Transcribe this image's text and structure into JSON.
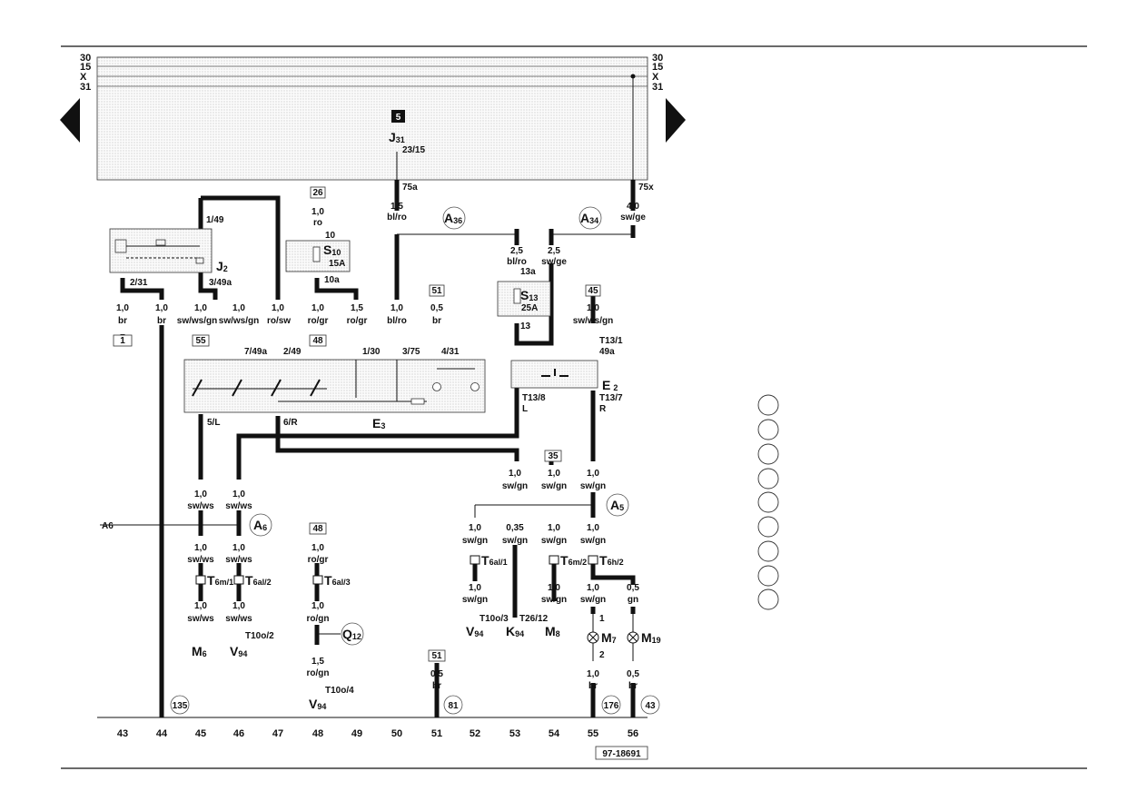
{
  "rails": [
    "30",
    "15",
    "X",
    "31"
  ],
  "ecu": {
    "badge": "5",
    "name": "J",
    "sub": "31",
    "pin": "23/15",
    "out1": "75a",
    "out2": "75x"
  },
  "components": {
    "J2": {
      "name": "J",
      "sub": "2"
    },
    "S10": {
      "name": "S",
      "sub": "10",
      "rating": "15A"
    },
    "S13": {
      "name": "S",
      "sub": "13",
      "rating": "25A"
    },
    "E3": {
      "name": "E",
      "sub": "3"
    },
    "E2": {
      "name": "E",
      "sub": "2"
    },
    "M6": {
      "name": "M",
      "sub": "6"
    },
    "V94a": {
      "name": "V",
      "sub": "94"
    },
    "V94b": {
      "name": "V",
      "sub": "94"
    },
    "V94c": {
      "name": "V",
      "sub": "94"
    },
    "K94": {
      "name": "K",
      "sub": "94"
    },
    "M8": {
      "name": "M",
      "sub": "8"
    },
    "M7": {
      "name": "M",
      "sub": "7"
    },
    "M19": {
      "name": "M",
      "sub": "19"
    }
  },
  "circles": {
    "A36": {
      "name": "A",
      "sub": "36"
    },
    "A34": {
      "name": "A",
      "sub": "34"
    },
    "A6": {
      "name": "A",
      "sub": "6"
    },
    "A5": {
      "name": "A",
      "sub": "5"
    },
    "Q12": {
      "name": "Q",
      "sub": "12"
    },
    "ref135": "135",
    "ref81": "81",
    "ref176": "176",
    "ref43": "43"
  },
  "boxes": {
    "b26": "26",
    "b51a": "51",
    "b45": "45",
    "b1": "1",
    "b55": "55",
    "b48a": "48",
    "b35": "35",
    "b48b": "48",
    "b51b": "51"
  },
  "labels": {
    "p1_49": "1/49",
    "p2_31": "2/31",
    "p3_49a": "3/49a",
    "p10": "10",
    "p10a": "10a",
    "p13a": "13a",
    "p13": "13",
    "p7_49a": "7/49a",
    "p2_49": "2/49",
    "p1_30": "1/30",
    "p3_75": "3/75",
    "p4_31": "4/31",
    "pT13_1": "T13/1",
    "p49a": "49a",
    "pT13_8": "T13/8",
    "pL": "L",
    "pT13_7": "T13/7",
    "pR": "R",
    "p5L": "5/L",
    "p6R": "6/R",
    "a6side": "A6",
    "T6m1": "T",
    "T6m1s": "6m/1",
    "T6al2": "T",
    "T6al2s": "6al/2",
    "T6al3": "T",
    "T6al3s": "6al/3",
    "T6al1": "T",
    "T6al1s": "6al/1",
    "T6m2": "T",
    "T6m2s": "6m/2",
    "T6h2": "T",
    "T6h2s": "6h/2",
    "T10o2": "T10o/2",
    "T10o4": "T10o/4",
    "T10o3": "T10o/3",
    "T26_12": "T26/12",
    "m7p1": "1",
    "m7p2": "2",
    "docnum": "97-18691"
  },
  "wires": {
    "w1": [
      "1,5",
      "bl/ro"
    ],
    "w2": [
      "4,0",
      "sw/ge"
    ],
    "w3": [
      "1,0",
      "ro"
    ],
    "w4": [
      "2,5",
      "bl/ro"
    ],
    "w5": [
      "2,5",
      "sw/ge"
    ],
    "c43": [
      "1,0",
      "br"
    ],
    "c44": [
      "1,0",
      "br"
    ],
    "c45": [
      "1,0",
      "sw/ws/gn"
    ],
    "c46": [
      "1,0",
      "sw/ws/gn"
    ],
    "c47": [
      "1,0",
      "ro/sw"
    ],
    "c48": [
      "1,0",
      "ro/gr"
    ],
    "c49": [
      "1,5",
      "ro/gr"
    ],
    "c50": [
      "1,0",
      "bl/ro"
    ],
    "c51": [
      "0,5",
      "br"
    ],
    "c55": [
      "1,0",
      "sw/ws/gn"
    ],
    "d53": [
      "1,0",
      "sw/gn"
    ],
    "d54": [
      "1,0",
      "sw/gn"
    ],
    "d55": [
      "1,0",
      "sw/gn"
    ],
    "e45": [
      "1,0",
      "sw/ws"
    ],
    "e46": [
      "1,0",
      "sw/ws"
    ],
    "f45": [
      "1,0",
      "sw/ws"
    ],
    "f46": [
      "1,0",
      "sw/ws"
    ],
    "f48": [
      "1,0",
      "ro/gr"
    ],
    "f52": [
      "1,0",
      "sw/gn"
    ],
    "f53": [
      "0,35",
      "sw/gn"
    ],
    "f54": [
      "1,0",
      "sw/gn"
    ],
    "f55": [
      "1,0",
      "sw/gn"
    ],
    "g45": [
      "1,0",
      "sw/ws"
    ],
    "g46": [
      "1,0",
      "sw/ws"
    ],
    "g48": [
      "1,0",
      "ro/gn"
    ],
    "g52": [
      "1,0",
      "sw/gn"
    ],
    "g54": [
      "1,0",
      "sw/gn"
    ],
    "g55": [
      "1,0",
      "sw/gn"
    ],
    "g56": [
      "0,5",
      "gn"
    ],
    "h48": [
      "1,5",
      "ro/gn"
    ],
    "h51": [
      "0,5",
      "br"
    ],
    "h55": [
      "1,0",
      "br"
    ],
    "h56": [
      "0,5",
      "br"
    ]
  },
  "columns": [
    "43",
    "44",
    "45",
    "46",
    "47",
    "48",
    "49",
    "50",
    "51",
    "52",
    "53",
    "54",
    "55",
    "56"
  ],
  "legend_circles": 9
}
